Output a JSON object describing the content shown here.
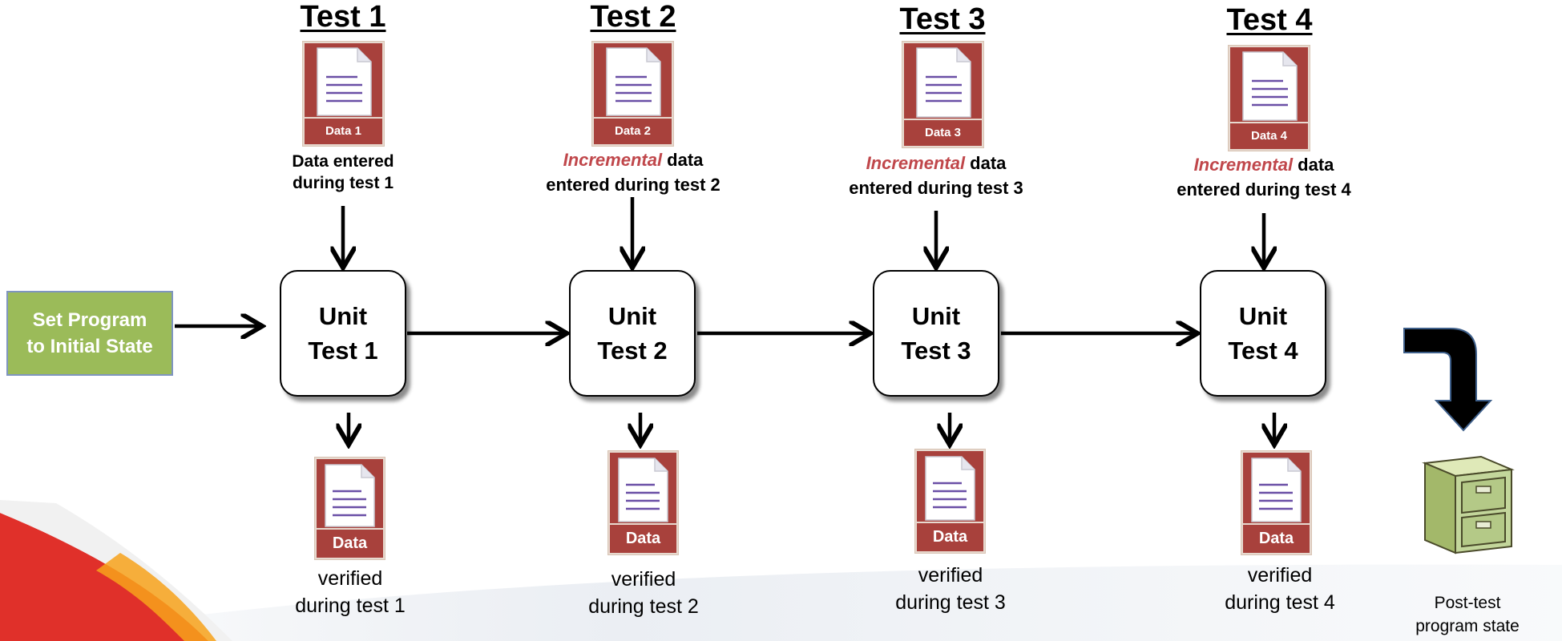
{
  "init_box": {
    "line1": "Set Program",
    "line2": "to Initial State"
  },
  "tests": [
    {
      "title": "Test 1",
      "input_doc_label": "Data 1",
      "caption_plain_1": "Data entered",
      "caption_line2": "during test 1",
      "unit_line1": "Unit",
      "unit_line2": "Test 1",
      "output_doc_label": "Data",
      "verified_line1": "verified",
      "verified_line2": "during test 1"
    },
    {
      "title": "Test 2",
      "input_doc_label": "Data 2",
      "caption_incremental": "Incremental",
      "caption_plain_1": " data",
      "caption_line2": "entered during test 2",
      "unit_line1": "Unit",
      "unit_line2": "Test 2",
      "output_doc_label": "Data",
      "verified_line1": "verified",
      "verified_line2": "during test 2"
    },
    {
      "title": "Test 3",
      "input_doc_label": "Data 3",
      "caption_incremental": "Incremental",
      "caption_plain_1": " data",
      "caption_line2": "entered during test 3",
      "unit_line1": "Unit",
      "unit_line2": "Test 3",
      "output_doc_label": "Data",
      "verified_line1": "verified",
      "verified_line2": "during test 3"
    },
    {
      "title": "Test 4",
      "input_doc_label": "Data 4",
      "caption_incremental": "Incremental",
      "caption_plain_1": " data",
      "caption_line2": "entered during test 4",
      "unit_line1": "Unit",
      "unit_line2": "Test 4",
      "output_doc_label": "Data",
      "verified_line1": "verified",
      "verified_line2": "during test 4"
    }
  ],
  "post_test": {
    "line1": "Post-test",
    "line2": "program state"
  },
  "colors": {
    "doc_red": "#a8413c",
    "incremental_text": "#c0474b",
    "init_box_fill": "#9bbb59",
    "cabinet_fill": "#c3d69b",
    "swoosh_red": "#e0302a",
    "swoosh_orange": "#f7a21b"
  }
}
